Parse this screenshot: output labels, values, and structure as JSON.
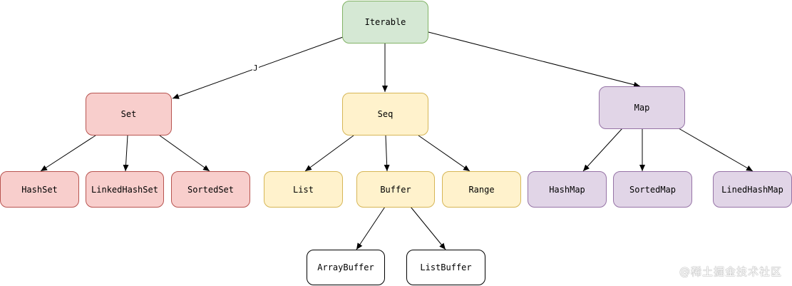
{
  "diagram": {
    "nodes": {
      "iterable": "Iterable",
      "set": "Set",
      "seq": "Seq",
      "map": "Map",
      "hashset": "HashSet",
      "linkedhashset": "LinkedHashSet",
      "sortedset": "SortedSet",
      "list": "List",
      "buffer": "Buffer",
      "range": "Range",
      "hashmap": "HashMap",
      "sortedmap": "SortedMap",
      "linedhashmap": "LinedHashMap",
      "arraybuffer": "ArrayBuffer",
      "listbuffer": "ListBuffer"
    },
    "edge_label_iterable_set": "J",
    "colors": {
      "green_fill": "#d5e8d4",
      "green_stroke": "#82b366",
      "red_fill": "#f8cecc",
      "red_stroke": "#b85450",
      "yellow_fill": "#fff2cc",
      "yellow_stroke": "#d6b656",
      "purple_fill": "#e1d5e7",
      "purple_stroke": "#9673a6"
    }
  },
  "watermark": "@稀土掘金技术社区"
}
